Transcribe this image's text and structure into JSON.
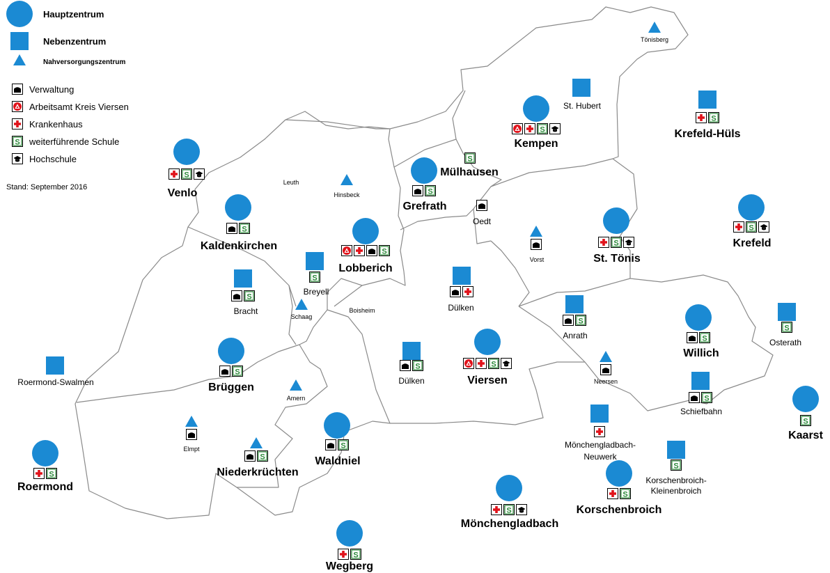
{
  "legend": {
    "centers": [
      {
        "type": "haupt",
        "label": "Hauptzentrum"
      },
      {
        "type": "neben",
        "label": "Nebenzentrum"
      },
      {
        "type": "nah",
        "label": "Nahversorgungszentrum"
      }
    ],
    "facilities": [
      {
        "code": "V",
        "label": "Verwaltung"
      },
      {
        "code": "A",
        "label": "Arbeitsamt Kreis Viersen"
      },
      {
        "code": "K",
        "label": "Krankenhaus"
      },
      {
        "code": "S",
        "label": "weiterführende Schule"
      },
      {
        "code": "H",
        "label": "Hochschule"
      }
    ],
    "stand": "Stand:  September 2016"
  },
  "colors": {
    "center": "#1b8ad3",
    "border": "#8a8a8a",
    "red": "#e0131b",
    "green": "#2e8b3c"
  },
  "places": [
    {
      "name": "Venlo",
      "type": "haupt",
      "fac": [
        "K",
        "S",
        "H"
      ],
      "label_size": "big"
    },
    {
      "name": "Kaldenkirchen",
      "type": "haupt",
      "fac": [
        "V",
        "S"
      ],
      "label_size": "big"
    },
    {
      "name": "Leuth",
      "type": "none",
      "fac": [],
      "label_size": "small"
    },
    {
      "name": "Hinsbeck",
      "type": "nah",
      "fac": [],
      "label_size": "small"
    },
    {
      "name": "Grefrath",
      "type": "haupt",
      "fac": [
        "V",
        "S"
      ],
      "label_size": "big"
    },
    {
      "name": "Mülhausen",
      "type": "none",
      "fac": [
        "S"
      ],
      "label_size": "big"
    },
    {
      "name": "Oedt",
      "type": "none",
      "fac": [
        "V"
      ],
      "label_size": "med"
    },
    {
      "name": "Kempen",
      "type": "haupt",
      "fac": [
        "A",
        "K",
        "S",
        "H"
      ],
      "label_size": "big"
    },
    {
      "name": "St. Hubert",
      "type": "neben",
      "fac": [],
      "label_size": "med"
    },
    {
      "name": "Tönisberg",
      "type": "nah",
      "fac": [],
      "label_size": "small"
    },
    {
      "name": "Krefeld-Hüls",
      "type": "neben",
      "fac": [
        "K",
        "S"
      ],
      "label_size": "big"
    },
    {
      "name": "Krefeld",
      "type": "haupt",
      "fac": [
        "K",
        "S",
        "H"
      ],
      "label_size": "big"
    },
    {
      "name": "St. Tönis",
      "type": "haupt",
      "fac": [
        "K",
        "S",
        "H"
      ],
      "label_size": "big"
    },
    {
      "name": "Vorst",
      "type": "nah",
      "fac": [
        "V"
      ],
      "label_size": "small"
    },
    {
      "name": "Lobberich",
      "type": "haupt",
      "fac": [
        "A",
        "K",
        "V",
        "S"
      ],
      "label_size": "big"
    },
    {
      "name": "Breyell",
      "type": "neben",
      "fac": [
        "S"
      ],
      "label_size": "med"
    },
    {
      "name": "Bracht",
      "type": "neben",
      "fac": [
        "V",
        "S"
      ],
      "label_size": "med"
    },
    {
      "name": "Schaag",
      "type": "nah",
      "fac": [],
      "label_size": "small"
    },
    {
      "name": "Boisheim",
      "type": "none",
      "fac": [],
      "label_size": "small"
    },
    {
      "name": "Dülken",
      "type": "neben",
      "fac": [
        "V",
        "K"
      ],
      "label_size": "med"
    },
    {
      "name": "Dülken",
      "type": "neben",
      "fac": [
        "V",
        "S"
      ],
      "label_size": "med"
    },
    {
      "name": "Viersen",
      "type": "haupt",
      "fac": [
        "A",
        "K",
        "S",
        "H"
      ],
      "label_size": "big"
    },
    {
      "name": "Anrath",
      "type": "neben",
      "fac": [
        "V",
        "S"
      ],
      "label_size": "med"
    },
    {
      "name": "Willich",
      "type": "haupt",
      "fac": [
        "V",
        "S"
      ],
      "label_size": "big"
    },
    {
      "name": "Osterath",
      "type": "neben",
      "fac": [
        "S"
      ],
      "label_size": "med"
    },
    {
      "name": "Neersen",
      "type": "nah",
      "fac": [
        "V"
      ],
      "label_size": "small"
    },
    {
      "name": "Schiefbahn",
      "type": "neben",
      "fac": [
        "V",
        "S"
      ],
      "label_size": "med"
    },
    {
      "name": "Kaarst",
      "type": "haupt",
      "fac": [
        "S"
      ],
      "label_size": "big"
    },
    {
      "name": "Brüggen",
      "type": "haupt",
      "fac": [
        "V",
        "S"
      ],
      "label_size": "big"
    },
    {
      "name": "Roermond-Swalmen",
      "type": "neben",
      "fac": [],
      "label_size": "med"
    },
    {
      "name": "Amern",
      "type": "nah",
      "fac": [],
      "label_size": "small"
    },
    {
      "name": "Elmpt",
      "type": "nah",
      "fac": [
        "V"
      ],
      "label_size": "small"
    },
    {
      "name": "Niederkrüchten",
      "type": "nah",
      "fac": [
        "V",
        "S"
      ],
      "label_size": "big"
    },
    {
      "name": "Waldniel",
      "type": "haupt",
      "fac": [
        "V",
        "S"
      ],
      "label_size": "big"
    },
    {
      "name": "Roermond",
      "type": "haupt",
      "fac": [
        "K",
        "S"
      ],
      "label_size": "big"
    },
    {
      "name": "Mönchengladbach-Neuwerk",
      "type": "neben",
      "fac": [
        "K"
      ],
      "label_size": "med"
    },
    {
      "name": "Mönchengladbach",
      "type": "haupt",
      "fac": [
        "K",
        "S",
        "H"
      ],
      "label_size": "big"
    },
    {
      "name": "Korschenbroich",
      "type": "haupt",
      "fac": [
        "K",
        "S"
      ],
      "label_size": "big"
    },
    {
      "name": "Korschenbroich-Kleinenbroich",
      "type": "neben",
      "fac": [
        "S"
      ],
      "label_size": "med"
    },
    {
      "name": "Wegberg",
      "type": "haupt",
      "fac": [
        "K",
        "S"
      ],
      "label_size": "big"
    }
  ]
}
